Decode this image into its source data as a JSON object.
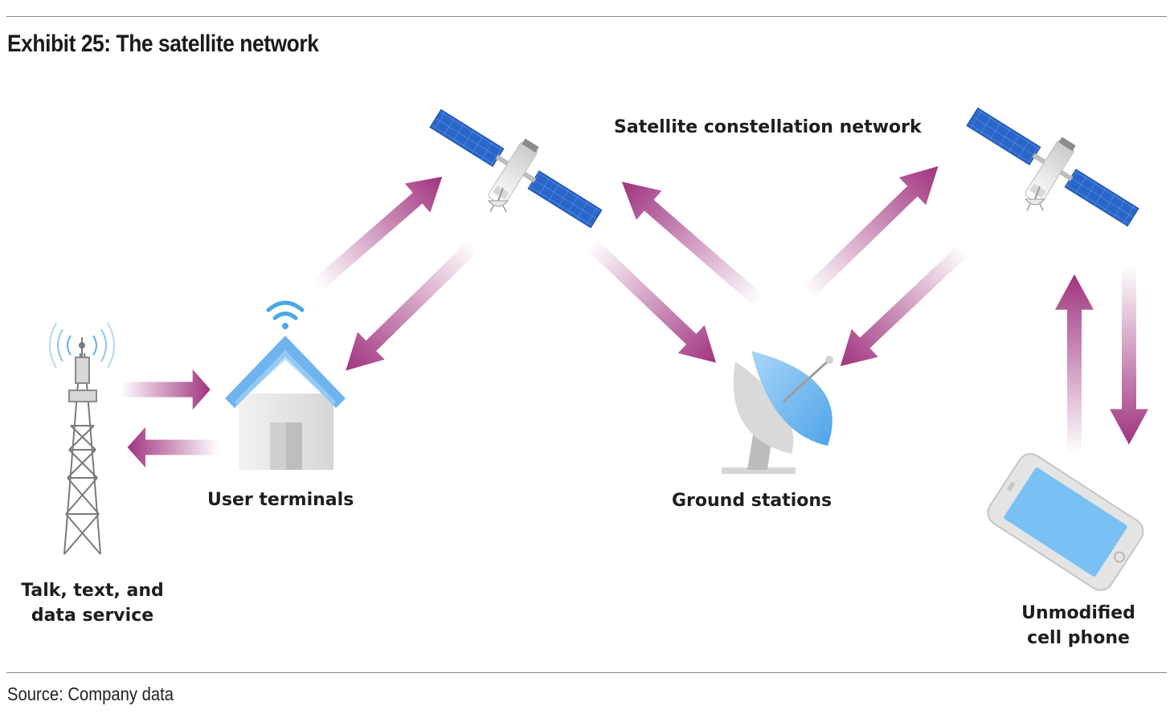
{
  "header": {
    "title": "Exhibit 25: The satellite network"
  },
  "labels": {
    "constellation": "Satellite constellation network",
    "user_terminals": "User terminals",
    "ground_stations": "Ground stations",
    "cell_tower_line1": "Talk, text, and",
    "cell_tower_line2": "data service",
    "phone_line1": "Unmodified",
    "phone_line2": "cell phone"
  },
  "footer": {
    "source": "Source: Company data"
  },
  "colors": {
    "arrow": "#a0337f",
    "solar_panel": "#2563c6",
    "roof": "#6fb4ef",
    "dish": "#7ec0f2",
    "screen": "#79c1f5",
    "wifi": "#4aa8e8",
    "house": "#e6e6e6",
    "tower": "#7a7a7a"
  },
  "icons": [
    "satellite-icon",
    "house-icon",
    "wifi-icon",
    "cell-tower-icon",
    "satellite-dish-icon",
    "smartphone-icon"
  ]
}
